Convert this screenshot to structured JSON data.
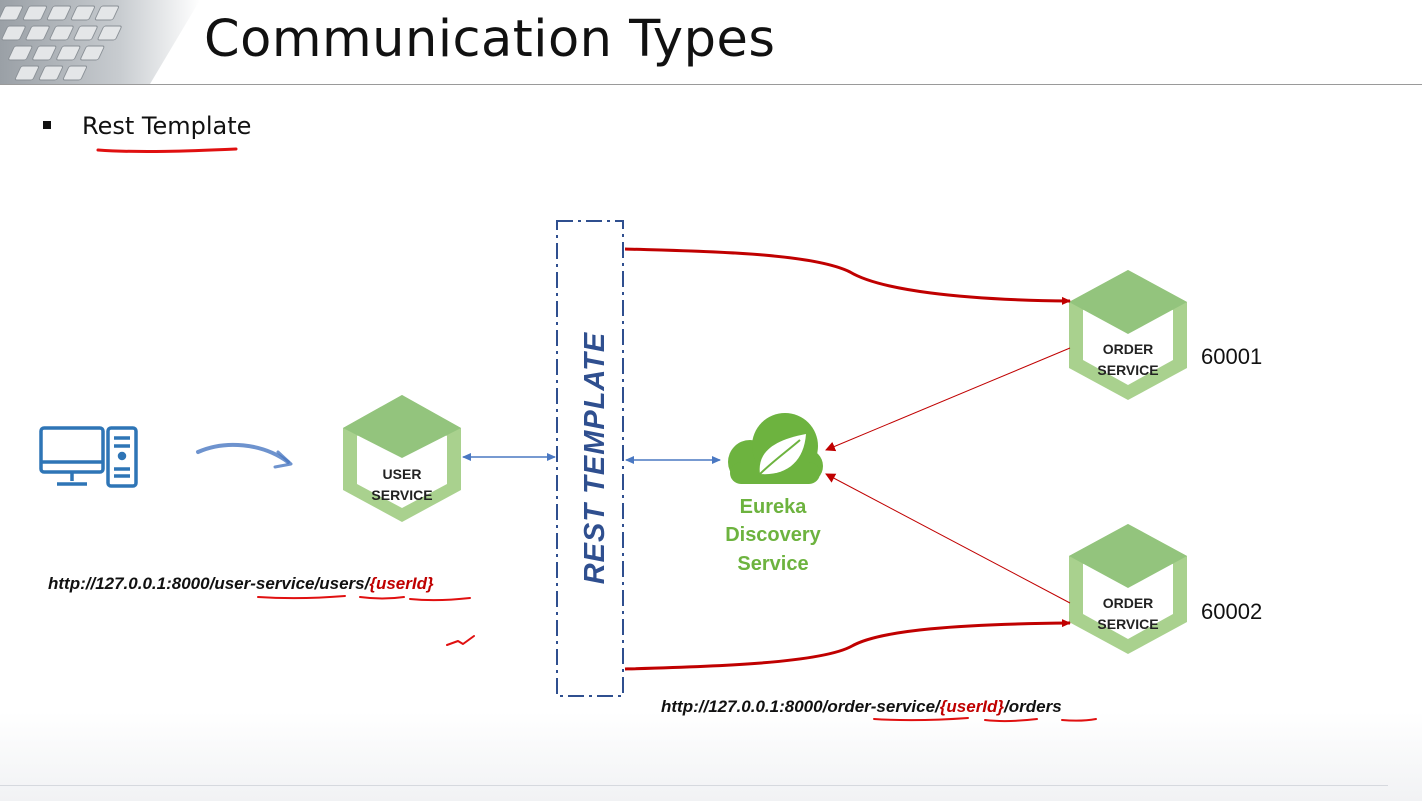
{
  "slide": {
    "title": "Communication Types",
    "bullet": "Rest Template"
  },
  "diagram": {
    "user_service": {
      "line1": "USER",
      "line2": "SERVICE"
    },
    "rest_template_label": "REST TEMPLATE",
    "eureka": {
      "line1": "Eureka",
      "line2": "Discovery",
      "line3": "Service"
    },
    "order_service_1": {
      "line1": "ORDER",
      "line2": "SERVICE",
      "port": "60001"
    },
    "order_service_2": {
      "line1": "ORDER",
      "line2": "SERVICE",
      "port": "60002"
    },
    "user_url": {
      "prefix": "http://127.0.0.1:8000/",
      "service": "user-service",
      "sep1": "/",
      "users": "users",
      "sep2": "/",
      "param": "{userId}"
    },
    "order_url": {
      "prefix": "http://127.0.0.1:8000/",
      "service": "order-service",
      "sep1": "/",
      "param": "{userId}",
      "sep2": "/",
      "orders": "orders"
    }
  },
  "colors": {
    "service_green": "#93c47d",
    "service_green_light": "#a9d18e",
    "eureka_green": "#6db33f",
    "rest_blue": "#2f4f8f",
    "arrow_red": "#c00000",
    "arrow_blue": "#4a78c2",
    "computer_blue": "#2e75b6",
    "param_red": "#c00000"
  }
}
